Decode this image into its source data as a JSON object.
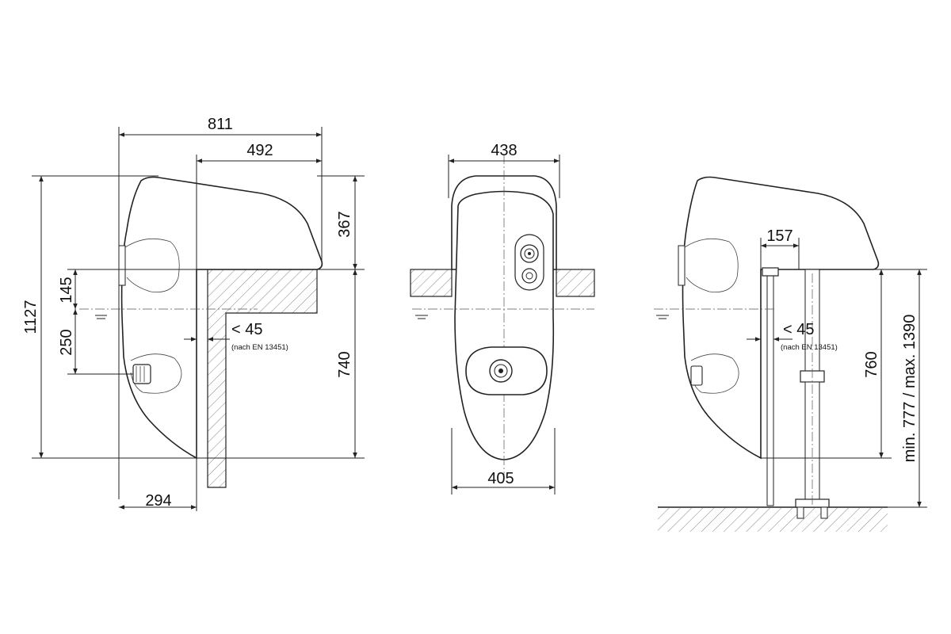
{
  "side_view": {
    "width_total": "811",
    "depth_over_wall": "492",
    "height_total": "1127",
    "upper_height": "367",
    "rim_height": "740",
    "offset_upper": "145",
    "offset_lower": "250",
    "projection": "294",
    "gap": "< 45",
    "gap_note": "(nach EN 13451)"
  },
  "front_view": {
    "width_top": "438",
    "width_bottom": "405"
  },
  "right_view": {
    "post_offset": "157",
    "gap": "< 45",
    "gap_note": "(nach EN 13451)",
    "rim_height": "760",
    "adjust_range": "min. 777 / max. 1390"
  }
}
